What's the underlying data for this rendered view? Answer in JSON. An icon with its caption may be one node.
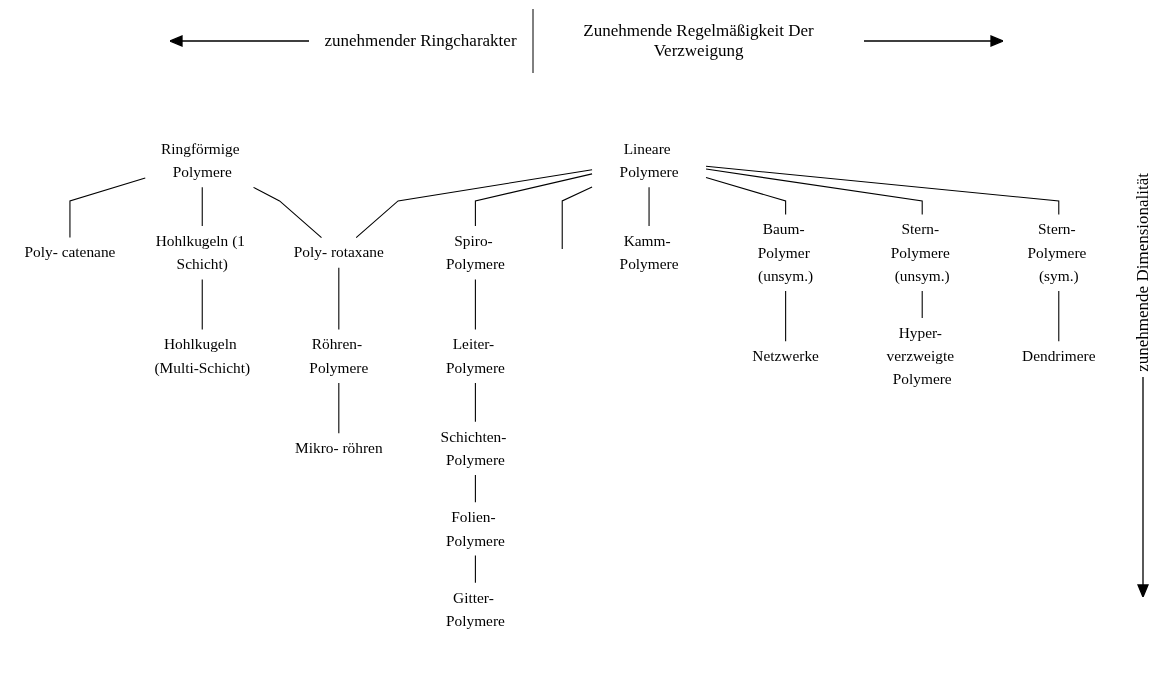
{
  "diagram": {
    "nodes": [
      {
        "text": [
          "Ringförmige Polymere"
        ]
      },
      {
        "text": [
          "Lineare Polymere"
        ]
      },
      {
        "text": [
          "Poly- catenane"
        ]
      },
      {
        "text": [
          "Hohlkugeln (1 Schicht)"
        ]
      },
      {
        "text": [
          "Poly- rotaxane"
        ]
      },
      {
        "text": [
          "Spiro- Polymere"
        ]
      },
      {
        "text": [
          "Kamm- Polymere"
        ]
      },
      {
        "text": [
          "Baum- Polymer (unsym.)"
        ]
      },
      {
        "text": [
          "Stern- Polymere (unsym.)"
        ]
      },
      {
        "text": [
          "Stern- Polymere (sym.)"
        ]
      },
      {
        "text": [
          "Leiter- Polymere"
        ]
      },
      {
        "text": [
          "Hohlkugeln (Multi-Schicht)"
        ]
      },
      {
        "text": [
          "Röhren- Polymere"
        ]
      },
      {
        "text": [
          "Mikro- röhren"
        ]
      },
      {
        "text": [
          "Schichten- Polymere"
        ]
      },
      {
        "text": [
          "Hyper- verzweigte Polymere"
        ]
      },
      {
        "text": [
          "Folien- Polymere"
        ]
      },
      {
        "text": [
          "Gitter- Polymere"
        ]
      },
      {
        "text": [
          "Netzwerke"
        ]
      },
      {
        "text": [
          "Dendrimere"
        ]
      }
    ],
    "edges": [
      {
        "from": 0,
        "to": 2,
        "arrow": "none"
      },
      {
        "from": 0,
        "to": 3,
        "arrow": "none"
      },
      {
        "from": 0,
        "to": 4,
        "arrow": "none"
      },
      {
        "from": 1,
        "to": 4,
        "arrow": "none"
      },
      {
        "from": 1,
        "to": 5,
        "arrow": "none"
      },
      {
        "from": 1,
        "to": null,
        "arrow": "none"
      },
      {
        "from": 1,
        "to": 6,
        "arrow": "none"
      },
      {
        "from": 1,
        "to": 7,
        "arrow": "none"
      },
      {
        "from": 1,
        "to": 8,
        "arrow": "none"
      },
      {
        "from": 1,
        "to": 9,
        "arrow": "none"
      },
      {
        "from": 5,
        "to": 10,
        "arrow": "none"
      },
      {
        "from": 3,
        "to": 11,
        "arrow": "none"
      },
      {
        "from": 4,
        "to": 12,
        "arrow": "none"
      },
      {
        "from": 12,
        "to": 13,
        "arrow": "none"
      },
      {
        "from": 10,
        "to": 14,
        "arrow": "none"
      },
      {
        "from": 8,
        "to": 15,
        "arrow": "none"
      },
      {
        "from": 14,
        "to": 16,
        "arrow": "none"
      },
      {
        "from": 16,
        "to": 17,
        "arrow": "none"
      },
      {
        "from": 7,
        "to": 18,
        "arrow": "none"
      },
      {
        "from": 9,
        "to": 19,
        "arrow": "none"
      }
    ],
    "labels": [
      "zunehmender Ringcharakter",
      "Zunehmende Regelmäßigkeit Der Verzweigung",
      "zunehmende Dimensionalität"
    ]
  }
}
